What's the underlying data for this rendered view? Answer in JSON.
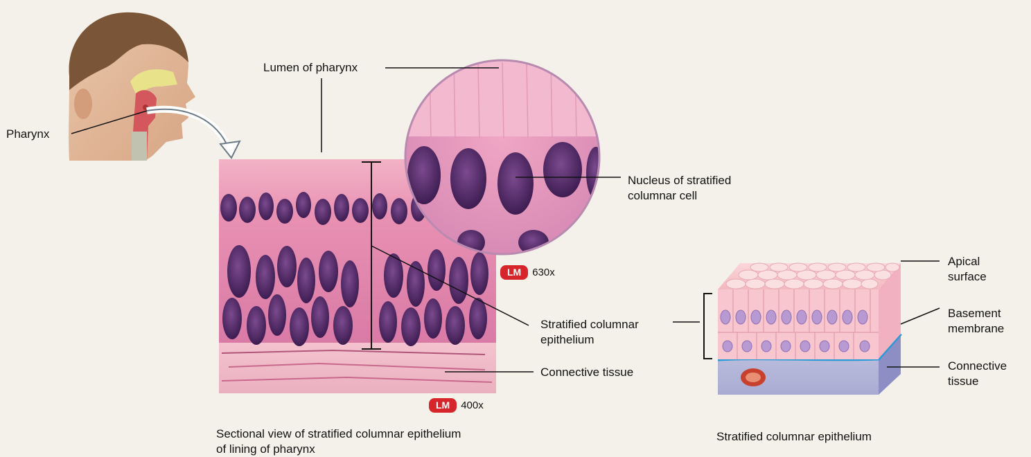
{
  "labels": {
    "pharynx": "Pharynx",
    "lumen": "Lumen of pharynx",
    "nucleus_line1": "Nucleus of stratified",
    "nucleus_line2": "columnar cell",
    "stratified_line1": "Stratified columnar",
    "stratified_line2": "epithelium",
    "connective_tissue": "Connective tissue",
    "apical_line1": "Apical",
    "apical_line2": "surface",
    "basement_line1": "Basement",
    "basement_line2": "membrane",
    "connective_line1": "Connective",
    "connective_line2": "tissue"
  },
  "badges": {
    "lm_label": "LM",
    "zoom_inset": "630x",
    "zoom_main": "400x"
  },
  "captions": {
    "left_line1": "Sectional view of stratified columnar epithelium",
    "left_line2": "of lining of pharynx",
    "right": "Stratified columnar epithelium"
  },
  "colors": {
    "background": "#f3f1ea",
    "tissue_pink": "#e79ab4",
    "nucleus_purple": "#5b2e6e",
    "basement_blue": "#2a9bd6",
    "connective_lavender": "#a7a7cf",
    "badge_red": "#d7262b"
  }
}
